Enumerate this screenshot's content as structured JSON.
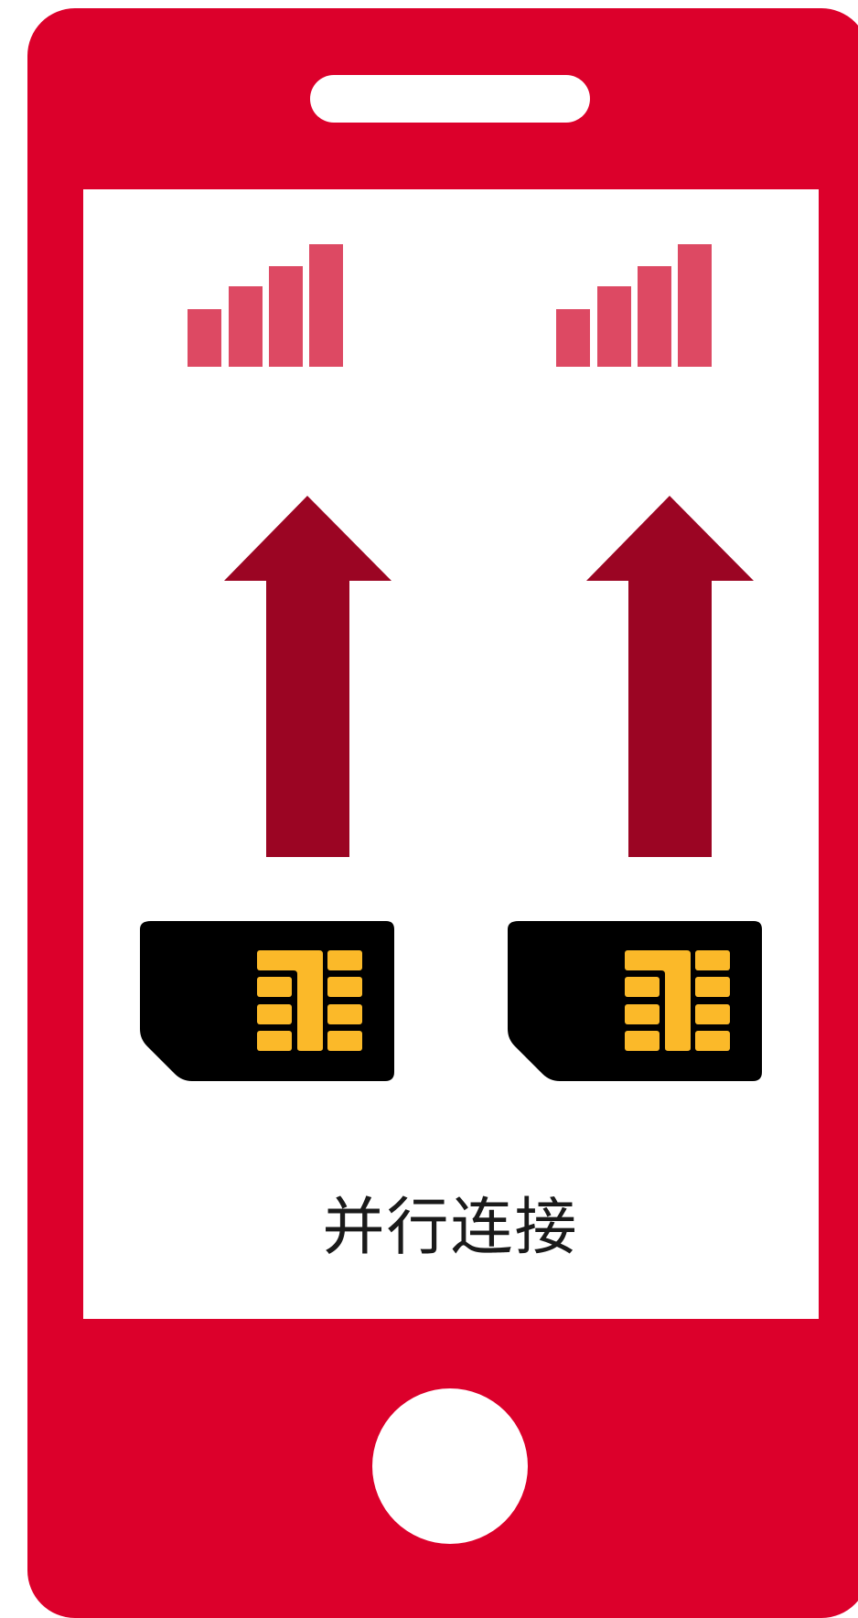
{
  "caption": "并行连接",
  "colors": {
    "phone": "#dc002b",
    "signal": "#dd4963",
    "download_arrow": "#dd4963",
    "upload_arrow": "#9b0523",
    "sim_card": "#000000",
    "sim_chip": "#fbb929"
  },
  "icons": [
    "phone-body",
    "signal-bars-icon",
    "download-arrow-icon",
    "upload-arrow-icon",
    "sim-card-icon",
    "sim-chip-icon"
  ],
  "signal_bars": {
    "count": 4,
    "level": 4
  },
  "sim_slots": 2
}
